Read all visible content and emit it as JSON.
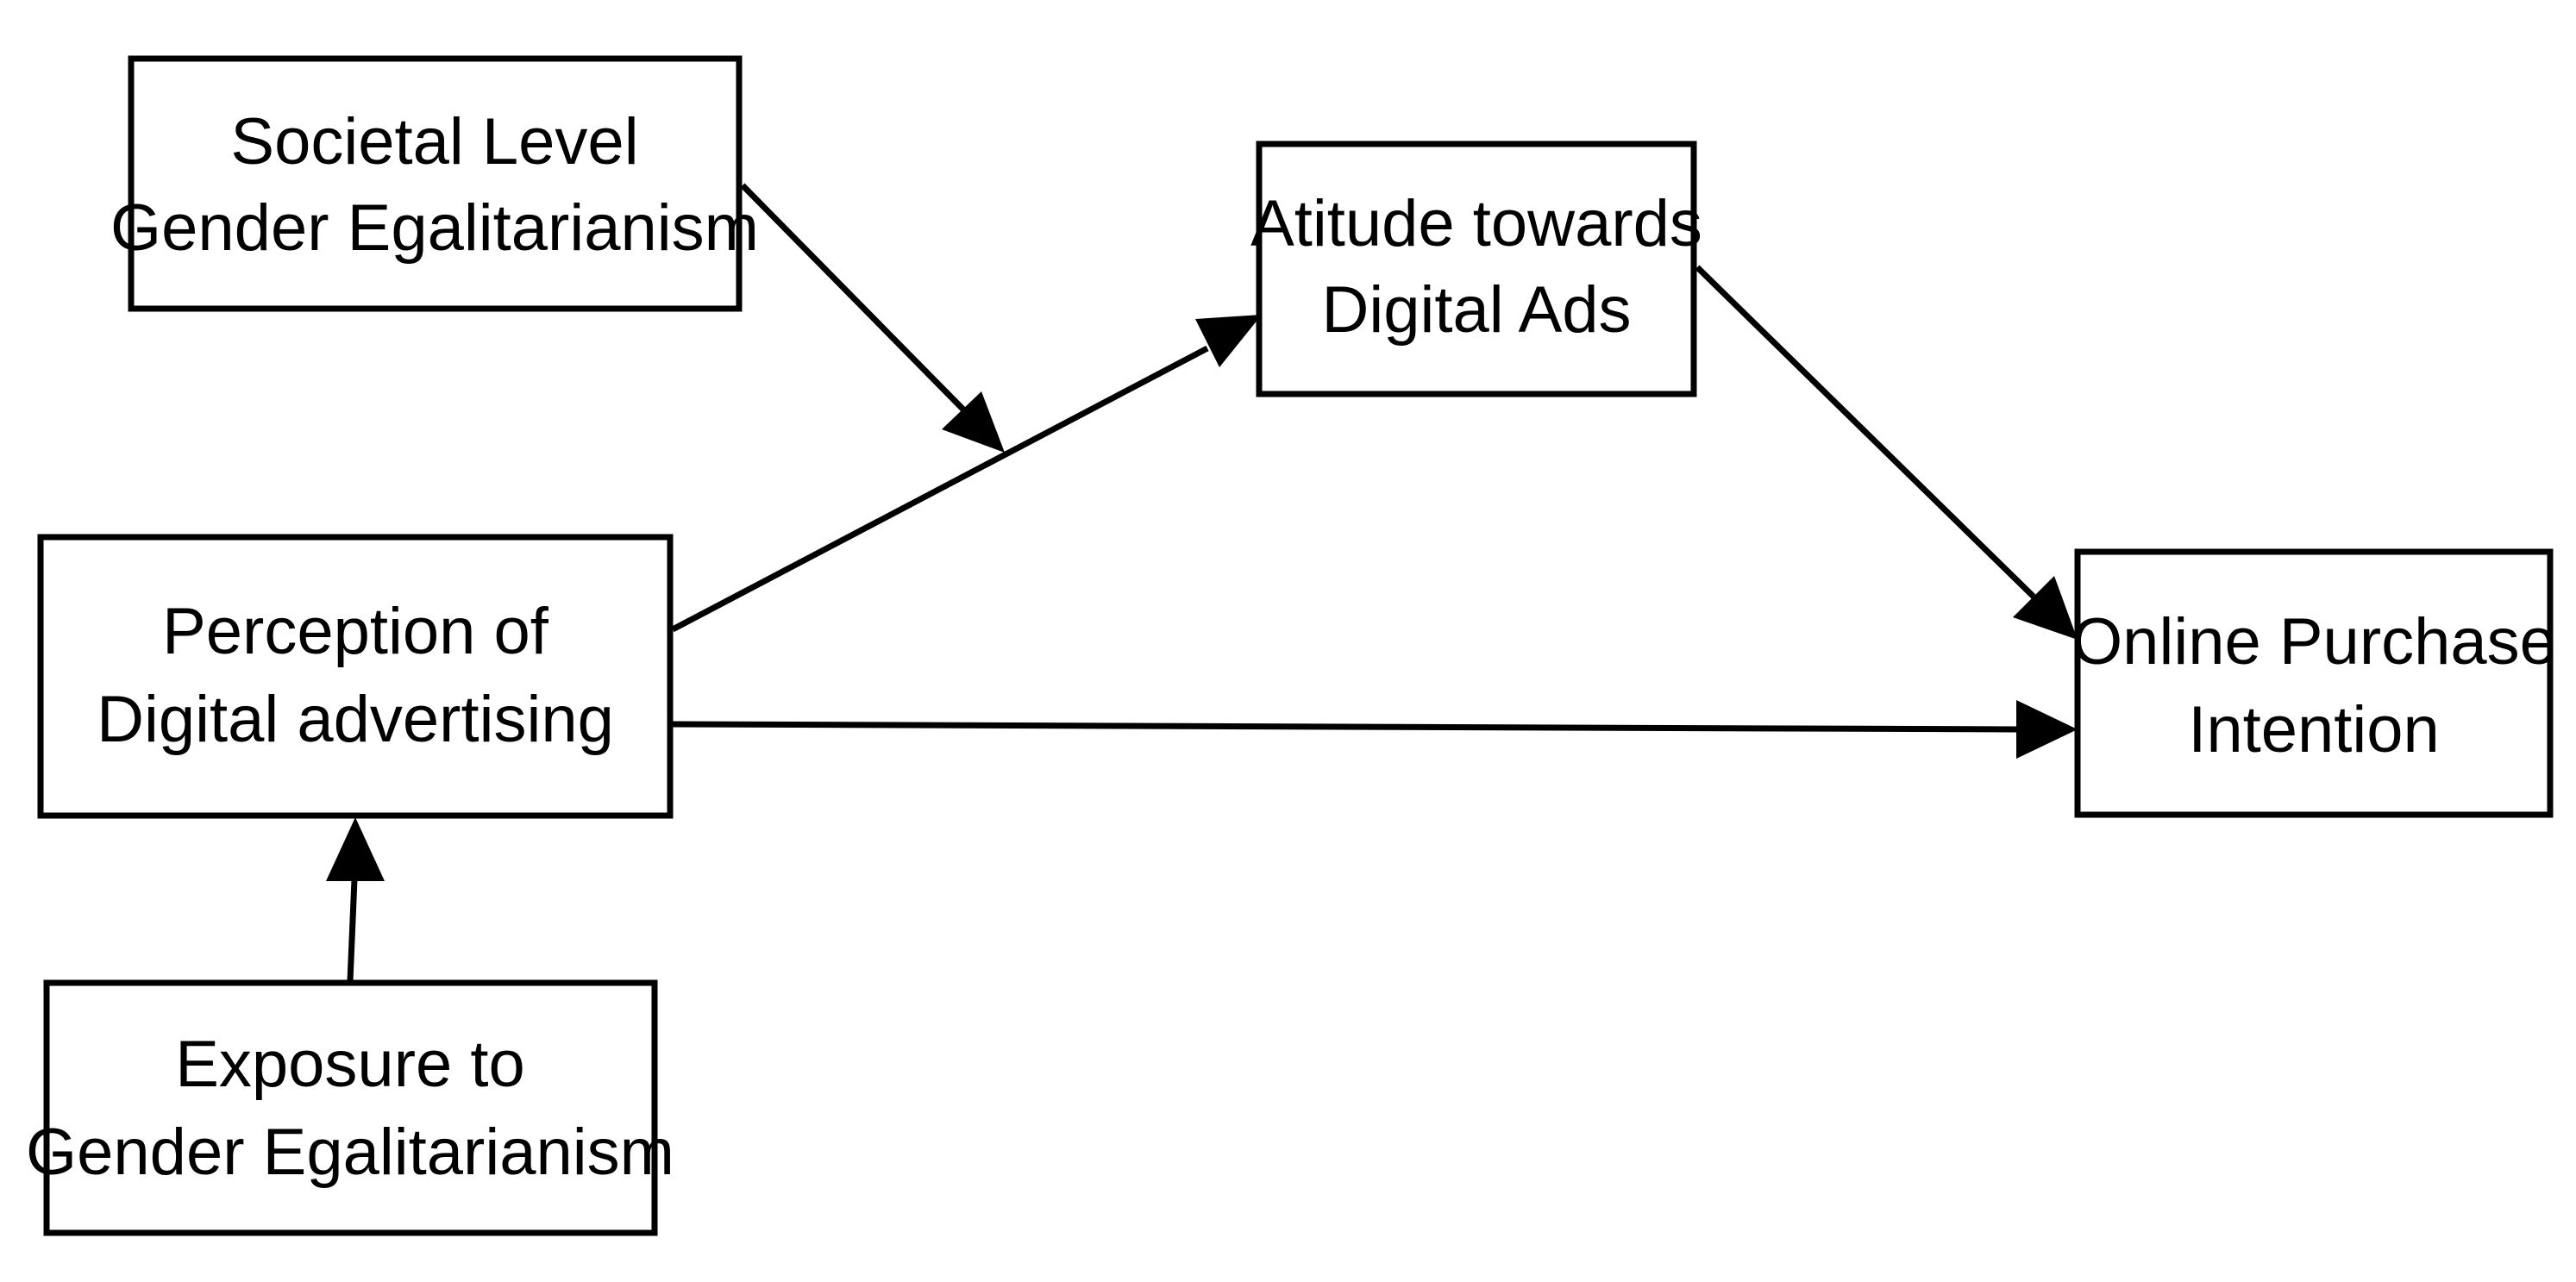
{
  "diagram": {
    "nodes": {
      "societal": {
        "line1": "Societal Level",
        "line2": "Gender Egalitarianism"
      },
      "attitude": {
        "line1": "Atitude towards",
        "line2": "Digital Ads"
      },
      "perception": {
        "line1": "Perception of",
        "line2": "Digital advertising"
      },
      "purchase": {
        "line1": "Online Purchase",
        "line2": "Intention"
      },
      "exposure": {
        "line1": "Exposure to",
        "line2": "Gender Egalitarianism"
      }
    },
    "edges": [
      {
        "from": "perception",
        "to": "attitude",
        "type": "direct"
      },
      {
        "from": "societal",
        "to": "perception-attitude-path",
        "type": "moderation"
      },
      {
        "from": "attitude",
        "to": "purchase",
        "type": "direct"
      },
      {
        "from": "perception",
        "to": "purchase",
        "type": "direct"
      },
      {
        "from": "exposure",
        "to": "perception",
        "type": "direct"
      }
    ],
    "colors": {
      "stroke": "#000000",
      "background": "#ffffff"
    }
  }
}
